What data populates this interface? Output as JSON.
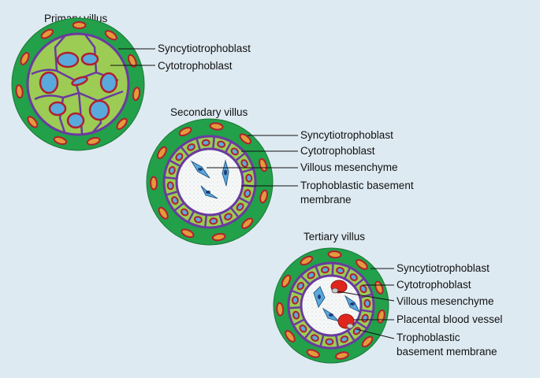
{
  "primary": {
    "title": "Primary villus",
    "labels": [
      "Syncytiotrophoblast",
      "Cytotrophoblast"
    ]
  },
  "secondary": {
    "title": "Secondary villus",
    "labels": [
      "Syncytiotrophoblast",
      "Cytotrophoblast",
      "Villous mesenchyme",
      "Trophoblastic basement",
      "membrane"
    ]
  },
  "tertiary": {
    "title": "Tertiary villus",
    "labels": [
      "Syncytiotrophoblast",
      "Cytotrophoblast",
      "Villous mesenchyme",
      "Placental blood vessel",
      "Trophoblastic",
      "basement membrane"
    ]
  },
  "colors": {
    "background": "#deeaf2",
    "syncytium": "#23a04a",
    "cytotrophoblast": "#9ccc54",
    "cell_border": "#6a3aa0",
    "nucleus_orange": "#e49a3c",
    "nucleus_red": "#b1202e",
    "nucleus_blue": "#5aa9dd",
    "mesenchyme": "#f5f7f7",
    "blood_vessel": "#e0251c"
  }
}
